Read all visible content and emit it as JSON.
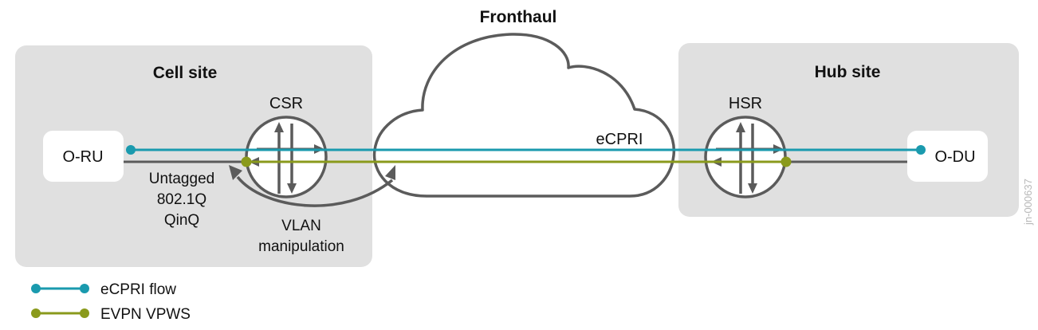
{
  "colors": {
    "site_bg": "#e0e0e0",
    "device_bg": "#ffffff",
    "outline": "#5b5b5b",
    "ecpri": "#1a9aae",
    "evpn": "#8a9a1c"
  },
  "cloud": {
    "label": "Fronthaul"
  },
  "cell_site": {
    "title": "Cell site",
    "device": "O-RU",
    "router": "CSR",
    "encap_lines": [
      "Untagged",
      "802.1Q",
      "QinQ"
    ],
    "vlan_lines": [
      "VLAN",
      "manipulation"
    ]
  },
  "hub_site": {
    "title": "Hub site",
    "device": "O-DU",
    "router": "HSR"
  },
  "link_label": "eCPRI",
  "legend": [
    {
      "label": "eCPRI flow",
      "color_key": "ecpri"
    },
    {
      "label": "EVPN VPWS",
      "color_key": "evpn"
    }
  ],
  "doc_id": "jn-000637"
}
